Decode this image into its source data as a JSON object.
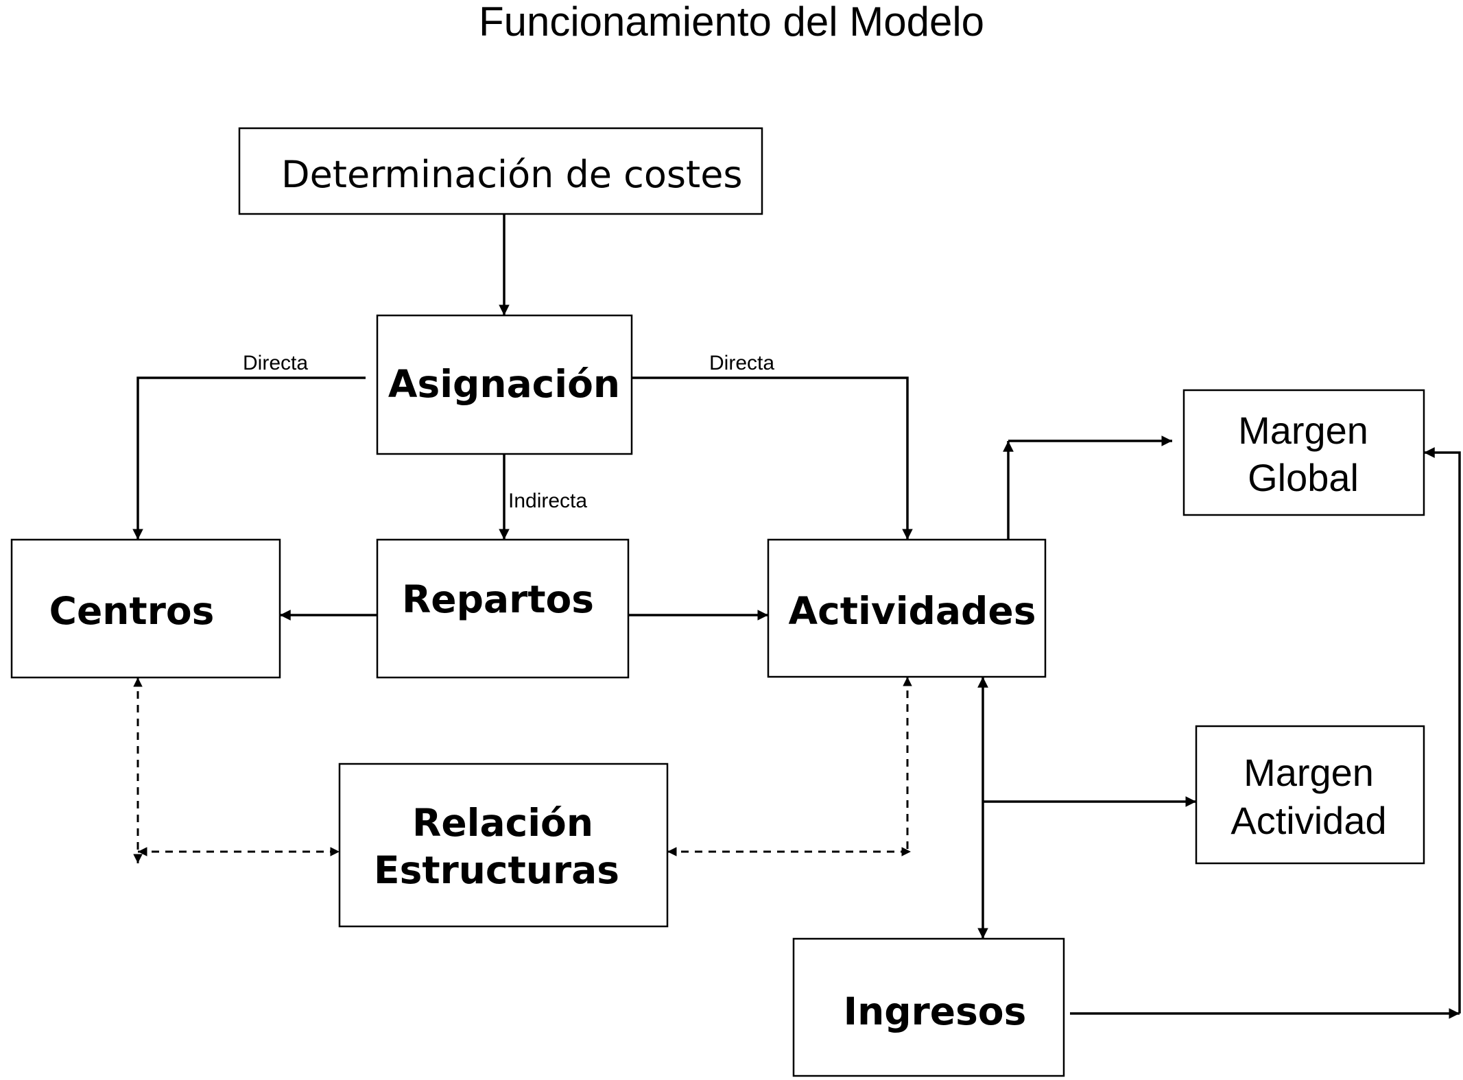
{
  "title": "Funcionamiento del Modelo",
  "nodes": {
    "costes": "Determinación de costes",
    "asignacion": "Asignación",
    "centros": "Centros",
    "repartos": "Repartos",
    "actividades": "Actividades",
    "margen_global": [
      "Margen",
      "Global"
    ],
    "relacion": [
      "Relación",
      "Estructuras"
    ],
    "margen_actividad": [
      "Margen",
      "Actividad"
    ],
    "ingresos": "Ingresos"
  },
  "edge_labels": {
    "directa_left": "Directa",
    "directa_right": "Directa",
    "indirecta": "Indirecta"
  }
}
